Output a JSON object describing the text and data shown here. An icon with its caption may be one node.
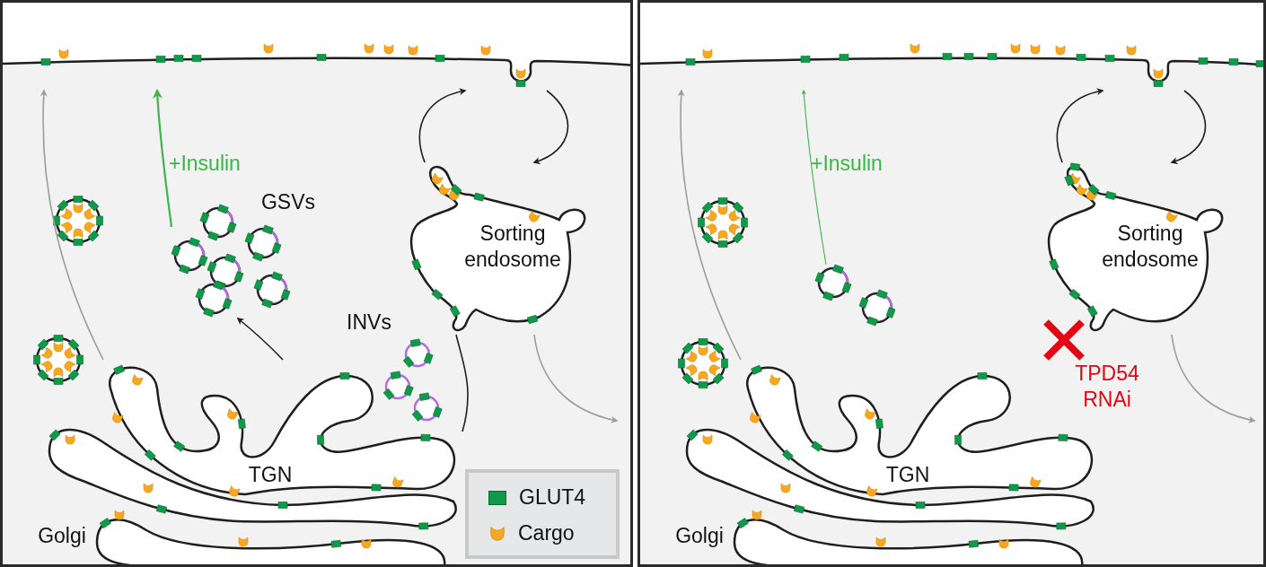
{
  "diagram": {
    "nodes": [
      {
        "text": [],
        "shape": "bar"
      },
      {
        "text": [
          "Sorting endosome"
        ]
      },
      {
        "text": [
          "TGN"
        ]
      },
      {
        "text": [
          "Golgi"
        ]
      },
      {
        "text": [
          "GSVs"
        ]
      },
      {
        "text": [],
        "shape": "bar"
      },
      {
        "text": [
          "Sorting endosome"
        ]
      },
      {
        "text": [
          "TGN"
        ]
      },
      {
        "text": [
          "Golgi"
        ]
      },
      {
        "text": [],
        "shape": "circle"
      }
    ],
    "edges": [
      {
        "from": 2,
        "to": 0,
        "arrow": "to",
        "color": "#9b9c9e"
      },
      {
        "from": 4,
        "to": 0,
        "arrow": "to",
        "label": "+Insulin",
        "color": "#3db54a"
      },
      {
        "from": 2,
        "to": 4,
        "arrow": "to"
      },
      {
        "from": 2,
        "to": 1,
        "arrow": "none"
      },
      {
        "from": 1,
        "to": 0,
        "arrow": "to"
      },
      {
        "from": 0,
        "to": 1,
        "arrow": "to"
      },
      {
        "from": 1,
        "to": null,
        "arrow": "to",
        "color": "#9b9c9e"
      },
      {
        "from": 7,
        "to": 5,
        "arrow": "to",
        "color": "#9b9c9e"
      },
      {
        "from": 9,
        "to": 5,
        "arrow": "to",
        "label": "+Insulin",
        "color": "#3db54a"
      },
      {
        "from": 6,
        "to": 5,
        "arrow": "to"
      },
      {
        "from": 5,
        "to": 6,
        "arrow": "to"
      },
      {
        "from": 6,
        "to": null,
        "arrow": "to",
        "color": "#9b9c9e"
      }
    ],
    "labels": [
      "INVs",
      "TPD54 RNAi"
    ],
    "legend": [
      {
        "text": "GLUT4",
        "color": "#0f9a4a"
      },
      {
        "text": "Cargo"
      }
    ]
  }
}
